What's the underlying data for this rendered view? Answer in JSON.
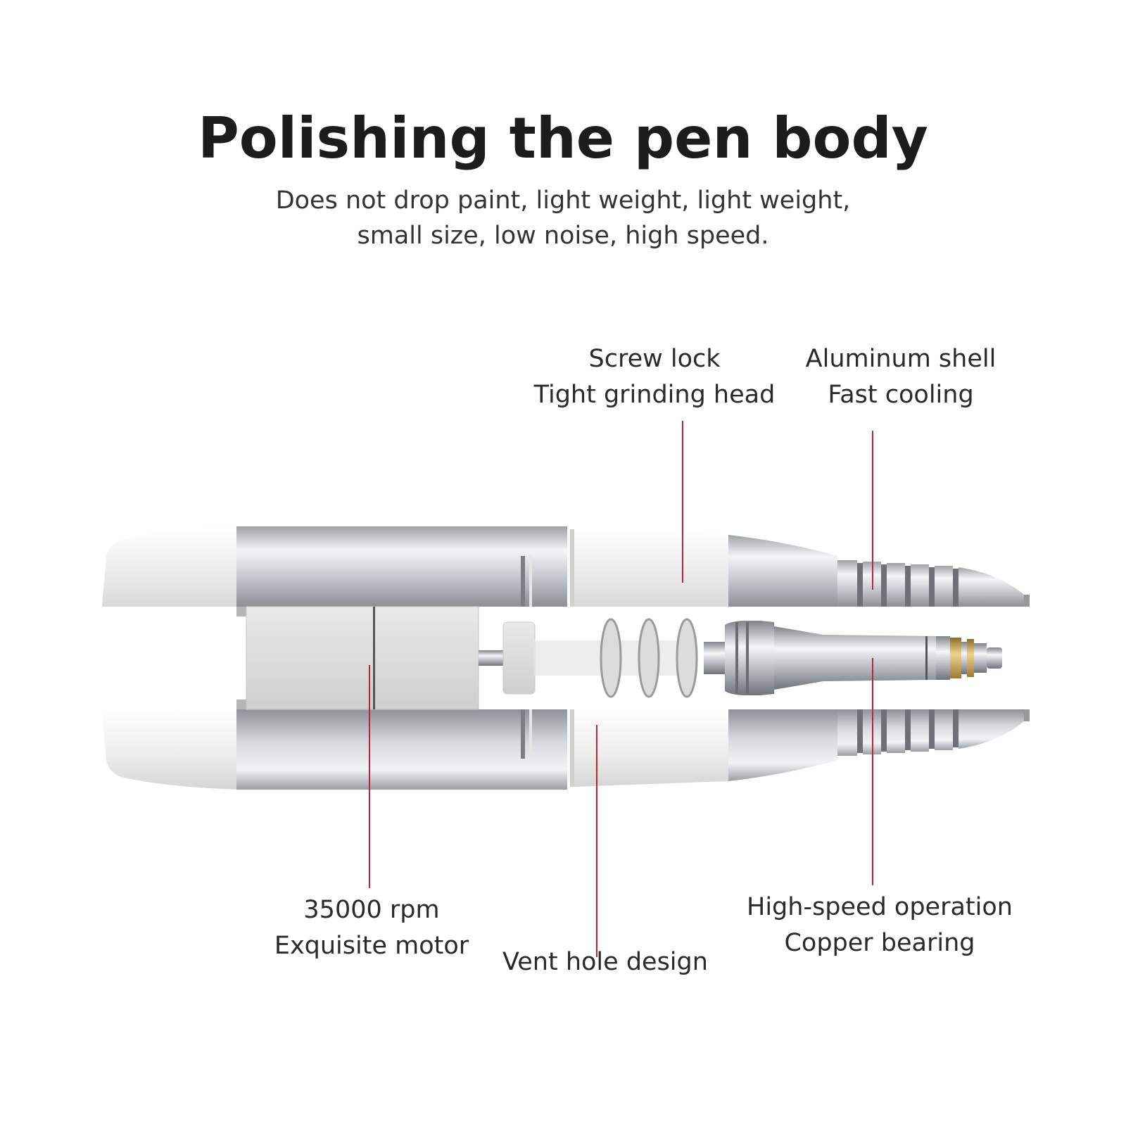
{
  "title": "Polishing the pen body",
  "subtitle": {
    "line1": "Does not drop paint, light weight, light weight,",
    "line2": "small size, low noise, high speed."
  },
  "callouts": {
    "screw_lock": {
      "line1": "Screw lock",
      "line2": "Tight grinding head"
    },
    "aluminum_shell": {
      "line1": "Aluminum shell",
      "line2": "Fast cooling"
    },
    "motor": {
      "line1": "35000 rpm",
      "line2": "Exquisite motor"
    },
    "vent": {
      "line1": "Vent hole design"
    },
    "bearing": {
      "line1": "High-speed operation",
      "line2": "Copper bearing"
    }
  },
  "colors": {
    "leader_line": "#b8243c",
    "white_shell": "#f2f2f2",
    "silver": "#c9ccd2",
    "copper": "#c9a45a"
  }
}
